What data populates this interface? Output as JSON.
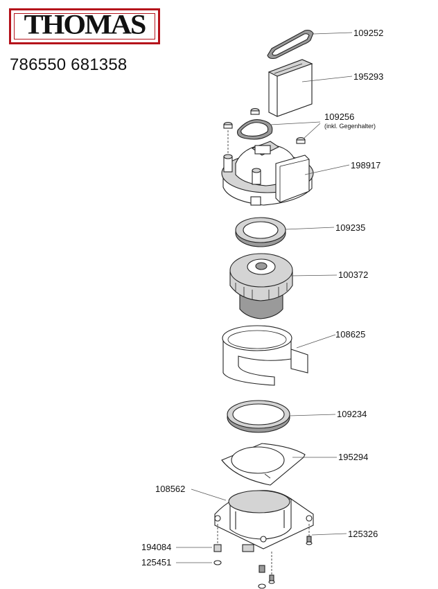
{
  "brand": {
    "logo_text": "THOMAS",
    "logo_color": "#b5121b"
  },
  "model_numbers": "786550 681358",
  "parts": [
    {
      "number": "109252"
    },
    {
      "number": "195293"
    },
    {
      "number": "109256",
      "note": "(inkl. Gegenhalter)"
    },
    {
      "number": "198917"
    },
    {
      "number": "109235"
    },
    {
      "number": "100372"
    },
    {
      "number": "108625"
    },
    {
      "number": "109234"
    },
    {
      "number": "195294"
    },
    {
      "number": "108562"
    },
    {
      "number": "125326"
    },
    {
      "number": "194084"
    },
    {
      "number": "125451"
    }
  ]
}
